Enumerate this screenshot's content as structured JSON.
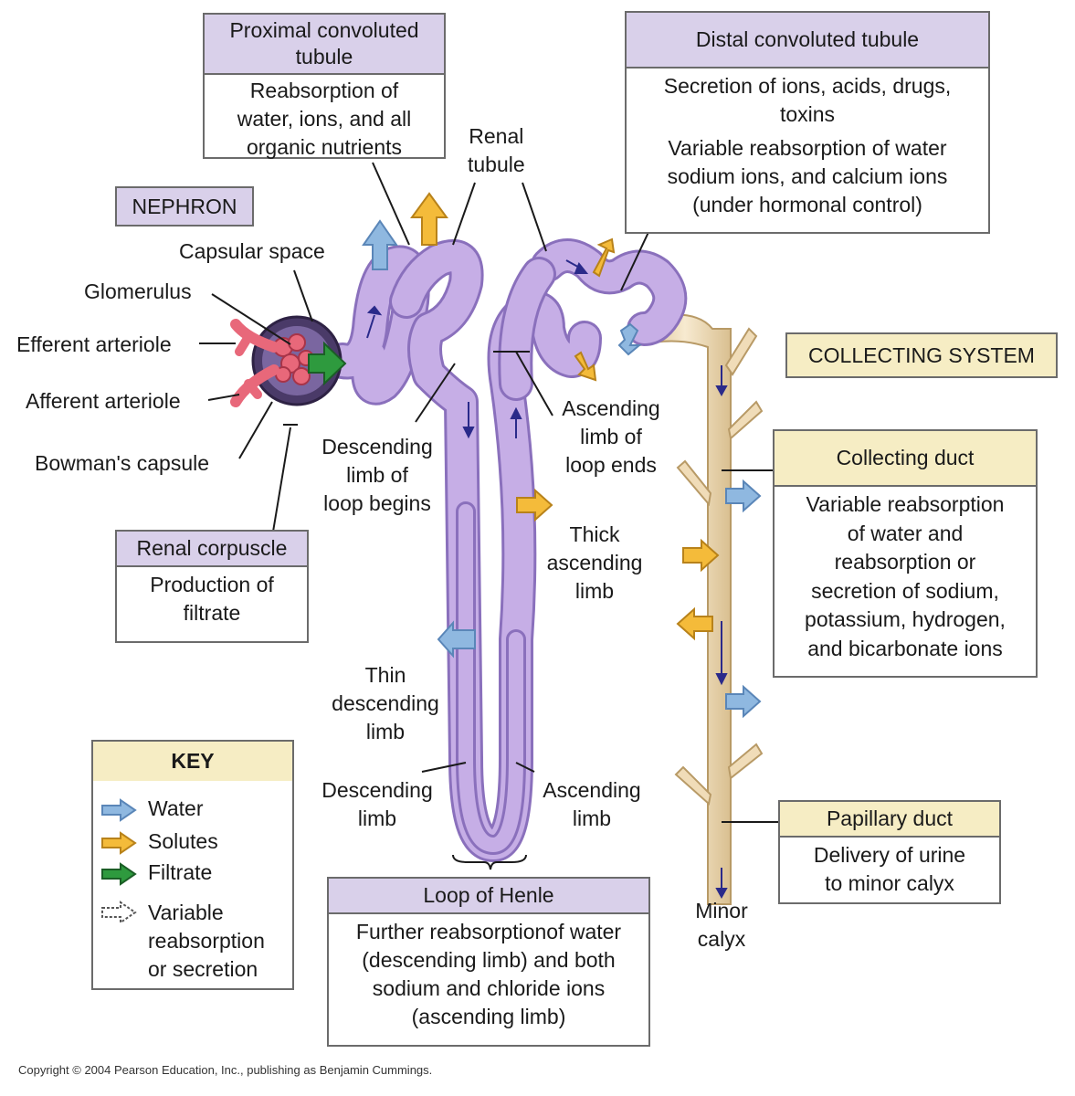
{
  "nephron_tag": "NEPHRON",
  "collecting_tag": "COLLECTING SYSTEM",
  "boxes": {
    "pct": {
      "title": "Proximal convoluted tubule",
      "lines": [
        "Reabsorption of",
        "water, ions, and all",
        "organic nutrients"
      ]
    },
    "dct": {
      "title": "Distal convoluted tubule",
      "lines": [
        "Secretion of ions, acids, drugs,",
        "toxins",
        "Variable reabsorption of water",
        "sodium ions, and calcium ions",
        "(under hormonal control)"
      ]
    },
    "renal_corpuscle": {
      "title": "Renal corpuscle",
      "lines": [
        "Production of",
        "filtrate"
      ]
    },
    "collecting_duct": {
      "title": "Collecting duct",
      "lines": [
        "Variable reabsorption",
        "of water and",
        "reabsorption or",
        "secretion of sodium,",
        "potassium, hydrogen,",
        "and bicarbonate ions"
      ]
    },
    "papillary_duct": {
      "title": "Papillary duct",
      "lines": [
        "Delivery of urine",
        "to minor calyx"
      ]
    },
    "loop_of_henle": {
      "title": "Loop of Henle",
      "lines": [
        "Further reabsorptionof water",
        "(descending limb) and both",
        "sodium and chloride ions",
        "(ascending limb)"
      ]
    }
  },
  "labels": {
    "capsular_space": "Capsular space",
    "glomerulus": "Glomerulus",
    "efferent": "Efferent arteriole",
    "afferent": "Afferent arteriole",
    "bowmans": "Bowman's capsule",
    "renal_tubule": [
      "Renal",
      "tubule"
    ],
    "desc_begins": [
      "Descending",
      "limb of",
      "loop begins"
    ],
    "asc_ends": [
      "Ascending",
      "limb of",
      "loop ends"
    ],
    "thick_asc": [
      "Thick",
      "ascending",
      "limb"
    ],
    "thin_desc": [
      "Thin",
      "descending",
      "limb"
    ],
    "desc_limb": [
      "Descending",
      "limb"
    ],
    "asc_limb": [
      "Ascending",
      "limb"
    ],
    "minor_calyx": [
      "Minor",
      "calyx"
    ]
  },
  "key": {
    "title": "KEY",
    "water": "Water",
    "solutes": "Solutes",
    "filtrate": "Filtrate",
    "variable": [
      "Variable",
      "reabsorption",
      "or secretion"
    ]
  },
  "colors": {
    "tubule": "#c6aee6",
    "duct": "#f0dcb8",
    "water_arrow": "#8fb8e0",
    "solute_arrow": "#f4bb3a",
    "filtrate_arrow": "#2e9a3e",
    "glomerulus": "#e8687a",
    "capsule": "#5a4a78"
  },
  "copyright": "Copyright © 2004 Pearson Education, Inc., publishing as Benjamin Cummings."
}
